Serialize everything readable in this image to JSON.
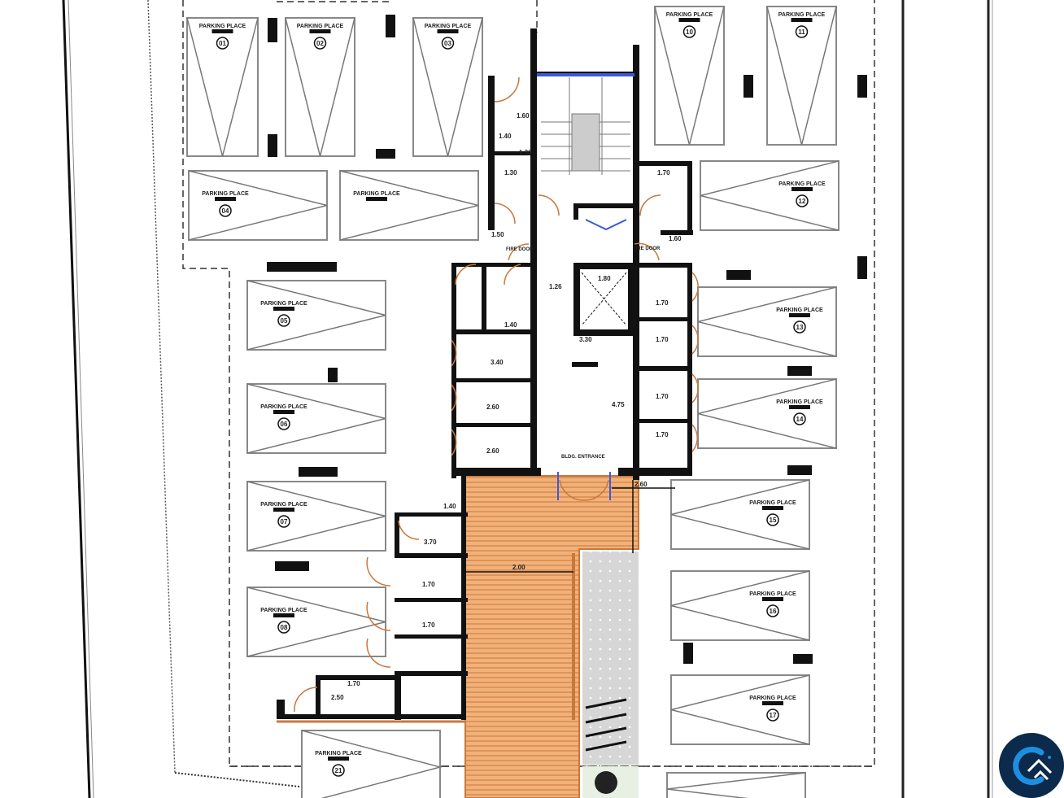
{
  "plan": {
    "parking_label": "PARKING PLACE",
    "parking_numbers": [
      "01",
      "02",
      "03",
      "04",
      "",
      "05",
      "06",
      "07",
      "08",
      "21",
      "10",
      "11",
      "12",
      "13",
      "14",
      "15",
      "16",
      "17",
      ""
    ],
    "core_labels": {
      "fire_door_left": "FIRE DOOR",
      "fire_door_right": "FIRE DOOR",
      "bldg_entrance": "BLDG. ENTRANCE"
    },
    "dimensions": [
      "1.40",
      "1.30",
      "1.30",
      "1.60",
      "1.70",
      "1.60",
      "1.26",
      "1.80",
      "3.30",
      "1.70",
      "1.70",
      "1.70",
      "1.70",
      "4.75",
      "1.50",
      "1.40",
      "3.40",
      "2.60",
      "2.60",
      "2.60",
      "2.00",
      "3.70",
      "1.70",
      "1.70",
      "1.70",
      "2.50",
      "1.40"
    ]
  },
  "logo": {
    "bg_color": "#0c2a4b",
    "accent_color": "#1e8fe0"
  }
}
